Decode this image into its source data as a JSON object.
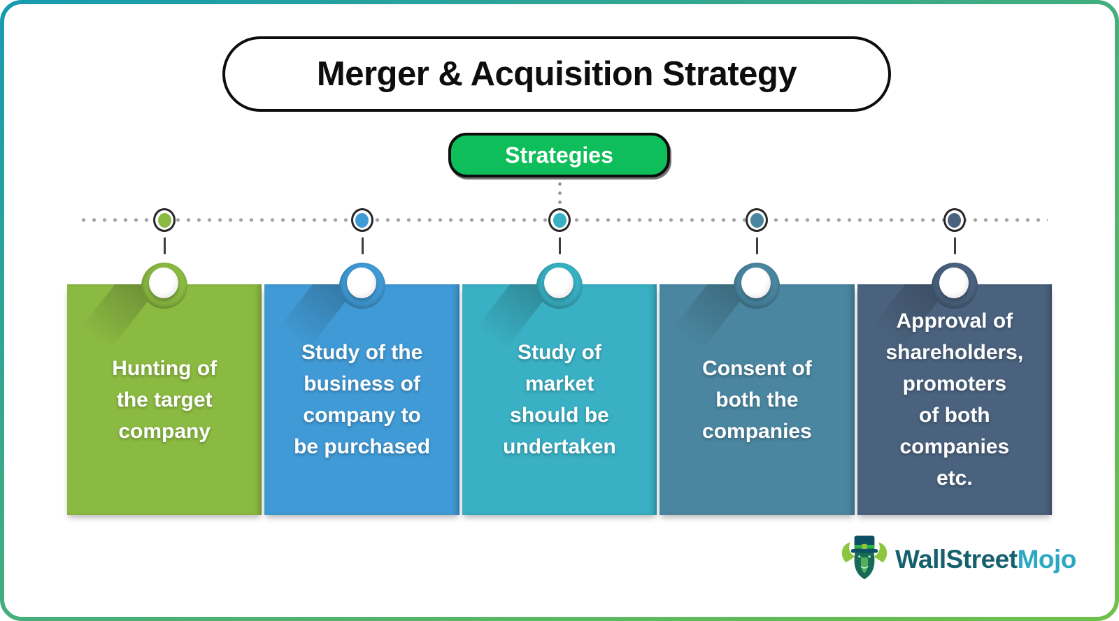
{
  "title": "Merger & Acquisition Strategy",
  "strategies_button": {
    "label": "Strategies",
    "bg": "#0EBE5A"
  },
  "steps": [
    {
      "label": "Hunting of\nthe target\ncompany",
      "color": "#8BBA42"
    },
    {
      "label": "Study of the\nbusiness of\ncompany to\nbe purchased",
      "color": "#409AD5"
    },
    {
      "label": "Study of\nmarket\nshould be\nundertaken",
      "color": "#39B0C3"
    },
    {
      "label": "Consent of\nboth the\ncompanies",
      "color": "#4A86A0"
    },
    {
      "label": "Approval of\nshareholders,\npromoters\nof both\ncompanies\netc.",
      "color": "#4A627E"
    }
  ],
  "frame": {
    "border_gradient_start": "#179BB0",
    "border_gradient_end": "#70C14A"
  },
  "logo": {
    "text_primary": "WallStreet",
    "text_secondary": "Mojo",
    "color_primary": "#15606C",
    "color_secondary": "#2CA8C2"
  }
}
